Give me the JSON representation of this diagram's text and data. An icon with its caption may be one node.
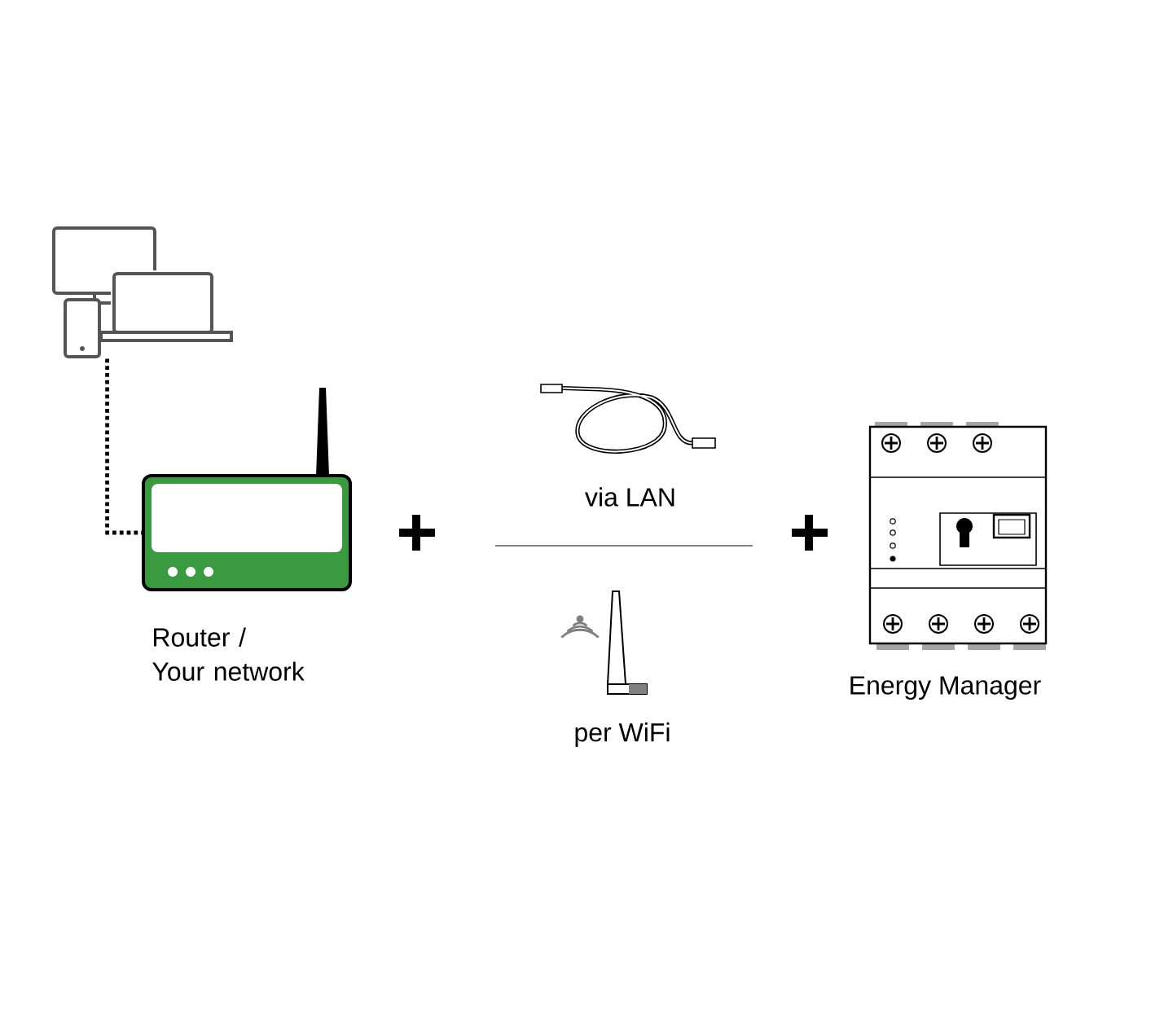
{
  "diagram": {
    "nodes": [
      {
        "text": [],
        "shape": "picture"
      },
      {
        "text": [
          "Router / Your network"
        ]
      },
      {
        "text": [
          "Energy Manager"
        ]
      }
    ],
    "edges": [
      {
        "from": 0,
        "to": 1,
        "arrow": "none",
        "style": "dashed"
      }
    ],
    "labels": [
      "via LAN",
      "per WiFi"
    ]
  }
}
